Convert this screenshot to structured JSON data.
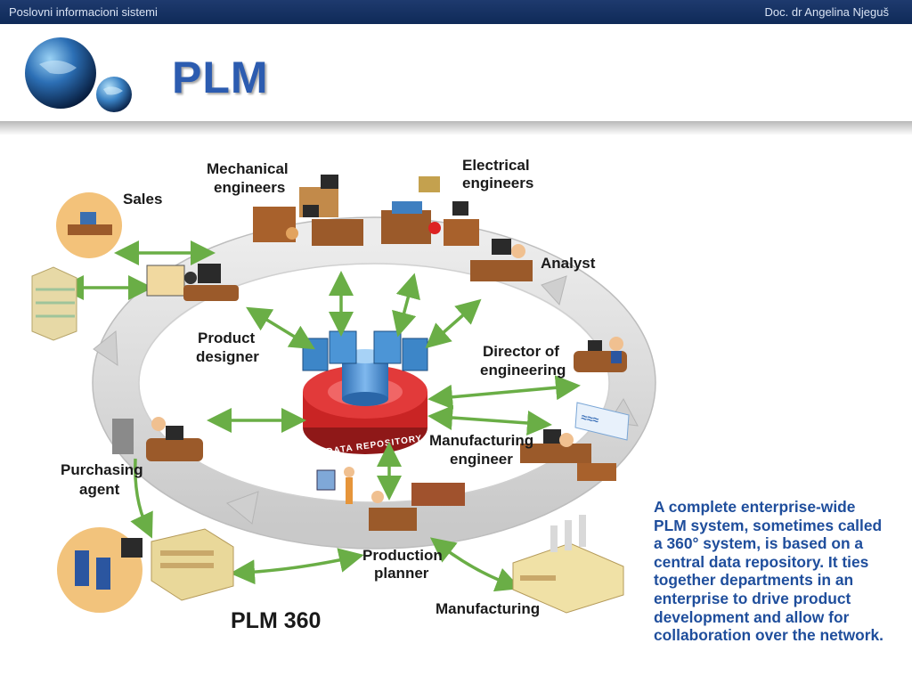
{
  "topbar": {
    "left_text": "Poslovni informacioni sistemi",
    "right_text": "Doc. dr Angelina Njeguš"
  },
  "slide": {
    "title": "PLM"
  },
  "diagram": {
    "repository_label": "DATA REPOSITORY",
    "caption": "PLM 360",
    "roles": {
      "sales": "Sales",
      "mechanical_1": "Mechanical",
      "mechanical_2": "engineers",
      "electrical_1": "Electrical",
      "electrical_2": "engineers",
      "analyst": "Analyst",
      "product_designer_1": "Product",
      "product_designer_2": "designer",
      "director_1": "Director of",
      "director_2": "engineering",
      "manufacturing_engineer_1": "Manufacturing",
      "manufacturing_engineer_2": "engineer",
      "purchasing_1": "Purchasing",
      "purchasing_2": "agent",
      "production_planner_1": "Production",
      "production_planner_2": "planner",
      "manufacturing": "Manufacturing"
    },
    "colors": {
      "ring": "#d9d9d9",
      "arrow": "#6aae46",
      "repository": "#d32a2a",
      "cylinder": "#4f93d8",
      "desk": "#9b5a2a"
    }
  },
  "description": {
    "lines": [
      "A complete enterprise-wide",
      "PLM system, sometimes called",
      "a 360° system, is based on a",
      "central data repository. It ties",
      "together departments in an",
      "enterprise to drive product",
      "development and allow for",
      "collaboration over the network."
    ]
  }
}
